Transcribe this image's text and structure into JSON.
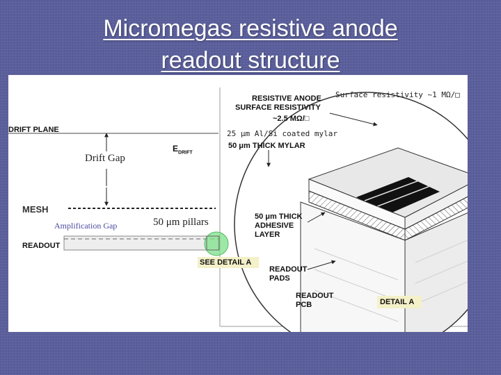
{
  "slide": {
    "title_line1": "Micromegas resistive anode",
    "title_line2": "readout structure"
  },
  "left_diagram": {
    "drift_plane": "DRIFT PLANE",
    "drift_gap": "Drift Gap",
    "e_drift_main": "E",
    "e_drift_sub": "DRIFT",
    "mesh": "MESH",
    "amplification_gap": "Amplification Gap",
    "pillars": "50 μm pillars",
    "readout": "READOUT",
    "see_detail": "SEE DETAIL A"
  },
  "detail_view": {
    "resistive_anode": "RESISTIVE ANODE",
    "surface_resistivity": "SURFACE RESISTIVITY",
    "resistivity_value": "~2.5 MΩ/□",
    "surface_resistivity_note": "Surface resistivity ~1 MΩ/□",
    "mylar_note": "25 μm Al/Si coated mylar",
    "thick_mylar": "50 μm THICK MYLAR",
    "adhesive_line1": "50 μm THICK",
    "adhesive_line2": "ADHESIVE",
    "adhesive_line3": "LAYER",
    "readout_pads_line1": "READOUT",
    "readout_pads_line2": "PADS",
    "readout_pcb_line1": "READOUT",
    "readout_pcb_line2": "PCB",
    "detail_a": "DETAIL A"
  },
  "colors": {
    "background": "#5b5f9c",
    "highlight_circle": "#7ee08a",
    "detail_label_bg": "#f4f0c8"
  }
}
